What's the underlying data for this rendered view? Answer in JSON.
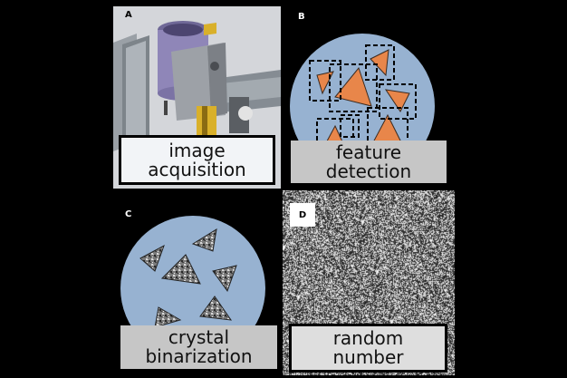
{
  "panels": {
    "a": {
      "letter": "A",
      "caption_line1": "image",
      "caption_line2": "acquisition"
    },
    "b": {
      "letter": "B",
      "caption_line1": "feature",
      "caption_line2": "detection"
    },
    "c": {
      "letter": "C",
      "caption_line1": "crystal",
      "caption_line2": "binarization"
    },
    "d": {
      "letter": "D",
      "caption_line1": "random",
      "caption_line2": "number"
    }
  },
  "colors": {
    "background": "#000000",
    "dish_blue": "#97b2d1",
    "crystal_orange": "#e8864a",
    "caption_gray": "#c6c6c6",
    "machine_purple": "#8f86b8",
    "machine_yellow": "#d9b02a"
  }
}
